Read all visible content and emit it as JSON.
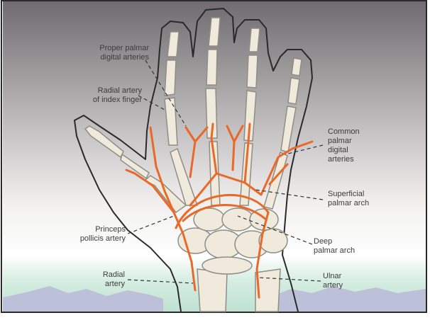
{
  "labels": {
    "proper_palmar_digital": "Proper palmar\ndigital arteries",
    "radial_index": "Radial artery\nof index finger",
    "common_palmar_digital": "Common\npalmar\ndigital\narteries",
    "superficial_arch": "Superficial\npalmar arch",
    "princeps_pollicis": "Princeps\npollicis artery",
    "deep_arch": "Deep\npalmar arch",
    "radial": "Radial\nartery",
    "ulnar": "Ulnar\nartery"
  },
  "colors": {
    "artery": "#e8692a",
    "bone_fill": "#efeadb",
    "bone_stroke": "#8e8e86",
    "outline": "#2a2a2a",
    "sky_top": "#7d797b",
    "sky_bottom": "#ffffff",
    "ground": "#cfe8dc",
    "mountain": "#b9bdd6"
  }
}
